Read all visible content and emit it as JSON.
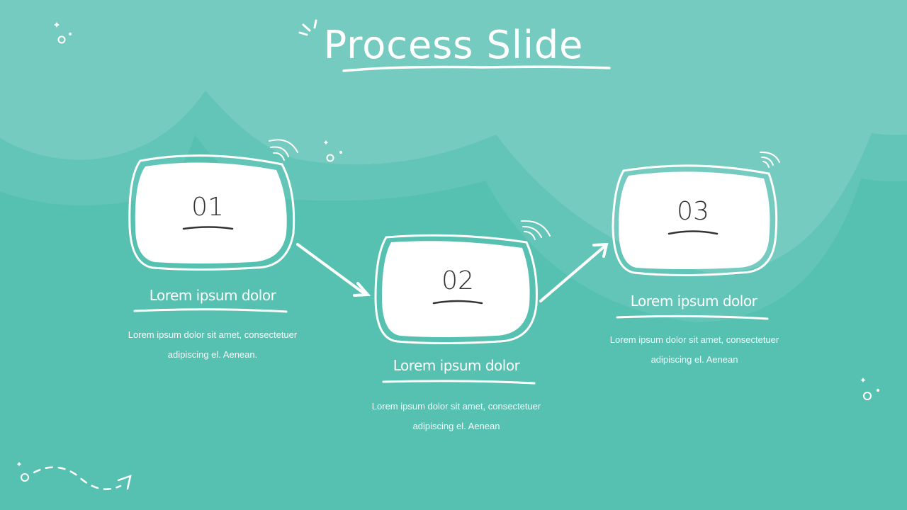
{
  "slide": {
    "title": "Process Slide",
    "colors": {
      "background_base": "#55bfb0",
      "wave_mid": "#63c5b7",
      "wave_light": "#75cbbf",
      "card_fill": "#ffffff",
      "number_text": "#333333",
      "accent_white": "#ffffff"
    },
    "steps": [
      {
        "number": "01",
        "heading": "Lorem ipsum dolor",
        "description_line1": "Lorem ipsum dolor sit amet, consectetuer",
        "description_line2": "adipiscing el. Aenean."
      },
      {
        "number": "02",
        "heading": "Lorem ipsum dolor",
        "description_line1": "Lorem ipsum dolor sit amet, consectetuer",
        "description_line2": "adipiscing el. Aenean"
      },
      {
        "number": "03",
        "heading": "Lorem ipsum dolor",
        "description_line1": "Lorem ipsum dolor sit amet, consectetuer",
        "description_line2": "adipiscing el. Aenean"
      }
    ]
  }
}
